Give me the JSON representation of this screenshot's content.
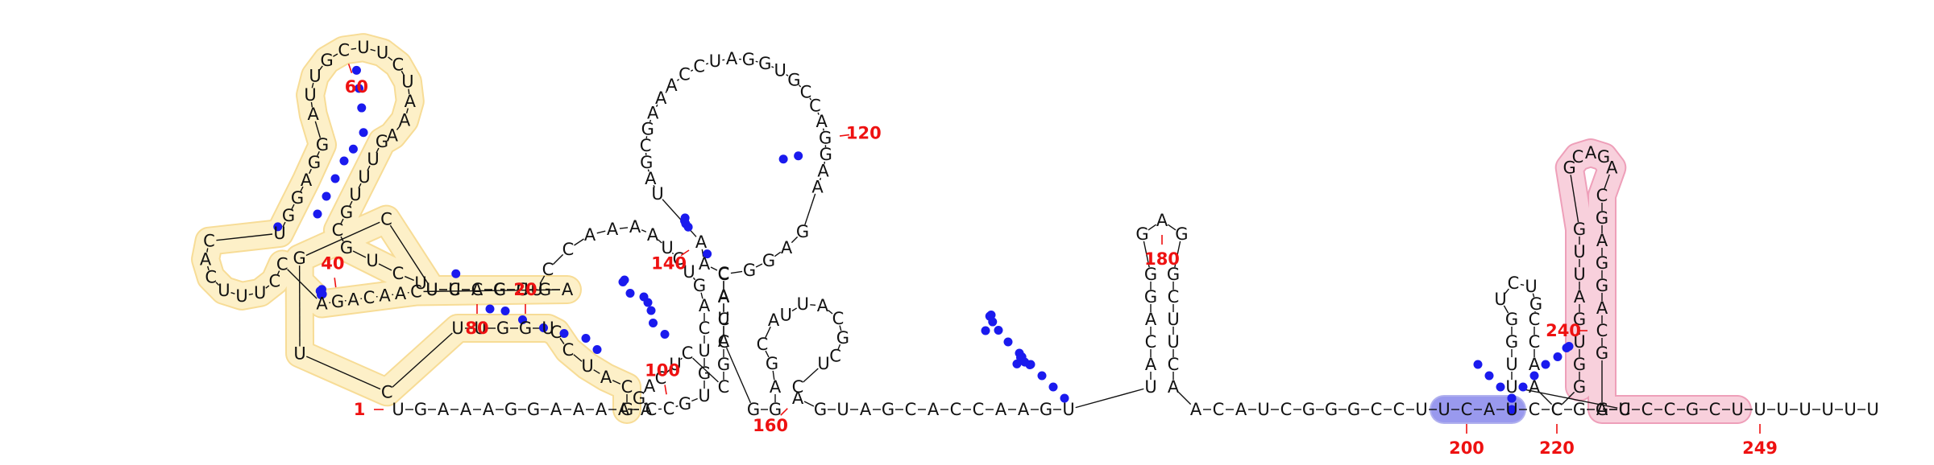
{
  "structure": {
    "sequence": "UGAAAGGAAAAAGCAUCCUGGUUCUGCUUCCUGACAACAGACCUUUCACUGGAGGAUUGCUUCUAAAGUUUGCGUCUUCAGCUCCAAAAUCUGACUGUGCCGACUCCGCCACGGAGAAGGACCGUGGAUCCAAAGCGAUAACAUAGGAGCAUUACGCUCAGUAGCACCAAGUUACAGGGAGGCUUCAACAUCGGGCCUUCAUCCGGCUUGGUCUGCCAACGGUGAUUGGCAGACGAGGACGAUCCGCUUUUUUU",
    "dot_bracket": "............((((((((......))))))))((((....))))..((((((((((....))))))))))........(((...(((((.........))))).....))).((.......)).......(((((....)))))....(((((..(((((((((((....)))))))))))....)))))...((((((((((((.....))))))))))))......",
    "index_labels": [
      "1",
      "20",
      "40",
      "60",
      "80",
      "100",
      "120",
      "140",
      "160",
      "180",
      "200",
      "220",
      "240",
      "249"
    ],
    "highlights": [
      {
        "name": "yellow-region",
        "color": "#f0c040",
        "fill": "#fdf0c8"
      },
      {
        "name": "blue-region",
        "color": "#7070e0",
        "fill": "#9999ee"
      },
      {
        "name": "pink-region",
        "color": "#e05080",
        "fill": "#f8d0dc"
      }
    ],
    "colors": {
      "base": "#111111",
      "pair": "#1a1aee",
      "label": "#ee1111",
      "line": "#111111"
    }
  }
}
